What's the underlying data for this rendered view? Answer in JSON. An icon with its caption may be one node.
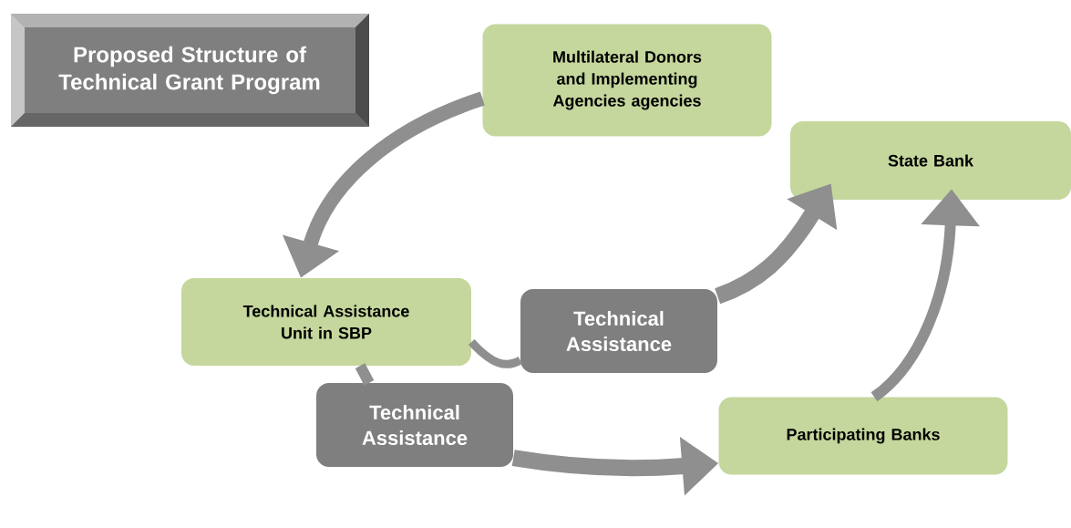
{
  "diagram": {
    "title": "Proposed Structure of Technical Grant Program",
    "nodes": [
      {
        "text": [
          "Multilateral Donors and Implementing Agencies agencies"
        ]
      },
      {
        "text": [
          "State Bank"
        ]
      },
      {
        "text": [
          "Technical Assistance Unit in SBP"
        ]
      },
      {
        "text": [
          "Technical Assistance"
        ]
      },
      {
        "text": [
          "Technical Assistance"
        ]
      },
      {
        "text": [
          "Participating Banks"
        ]
      }
    ],
    "edges": [
      {
        "from": 0,
        "to": 2,
        "arrow": "to"
      },
      {
        "from": 2,
        "to": 3,
        "arrow": "none"
      },
      {
        "from": 3,
        "to": 1,
        "arrow": "to"
      },
      {
        "from": 2,
        "to": 4,
        "arrow": "none"
      },
      {
        "from": 4,
        "to": 5,
        "arrow": "to"
      },
      {
        "from": 5,
        "to": 1,
        "arrow": "to"
      }
    ]
  }
}
